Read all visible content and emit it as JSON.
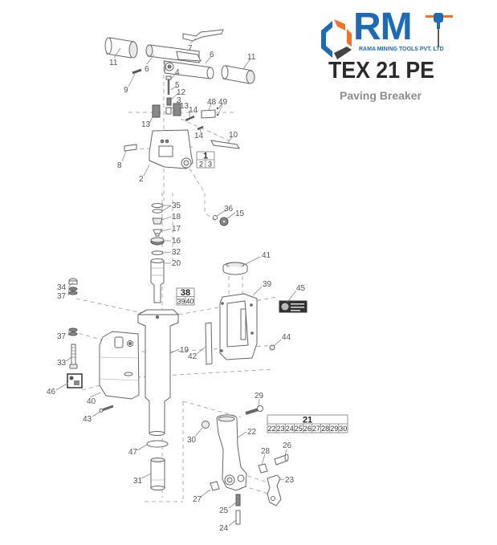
{
  "brand": {
    "logo_text": "RM",
    "company_name": "RAMA MINING TOOLS PVT. LTD",
    "colors": {
      "blue": "#1d6bb4",
      "orange": "#f0732b",
      "gray": "#555555"
    }
  },
  "product": {
    "model": "TEX 21 PE",
    "type": "Paving Breaker"
  },
  "parts": {
    "p1": "1",
    "p2": "2",
    "p3": "3",
    "p4": "4",
    "p5": "5",
    "p6a": "6",
    "p6b": "6",
    "p7": "7",
    "p8": "8",
    "p9": "9",
    "p10": "10",
    "p11a": "11",
    "p11b": "11",
    "p12": "12",
    "p13a": "13",
    "p13b": "13",
    "p14a": "14",
    "p14b": "14",
    "p15": "15",
    "p16": "16",
    "p17": "17",
    "p18": "18",
    "p19": "19",
    "p20": "20",
    "p22": "22",
    "p23": "23",
    "p24": "24",
    "p25": "25",
    "p26": "26",
    "p27": "27",
    "p28": "28",
    "p29": "29",
    "p30": "30",
    "p31": "31",
    "p32": "32",
    "p33": "33",
    "p34": "34",
    "p35": "35",
    "p36": "36",
    "p37a": "37",
    "p37b": "37",
    "p39": "39",
    "p40": "40",
    "p41": "41",
    "p42": "42",
    "p43": "43",
    "p44": "44",
    "p45": "45",
    "p46": "46",
    "p47": "47",
    "p48": "48",
    "p49": "49"
  },
  "kits": {
    "kit1": {
      "title": "1",
      "items": [
        "2",
        "3"
      ]
    },
    "kit38": {
      "title": "38",
      "items": [
        "39",
        "40"
      ]
    },
    "kit21": {
      "title": "21",
      "items": [
        "22",
        "23",
        "24",
        "25",
        "26",
        "27",
        "28",
        "29",
        "30"
      ]
    }
  }
}
